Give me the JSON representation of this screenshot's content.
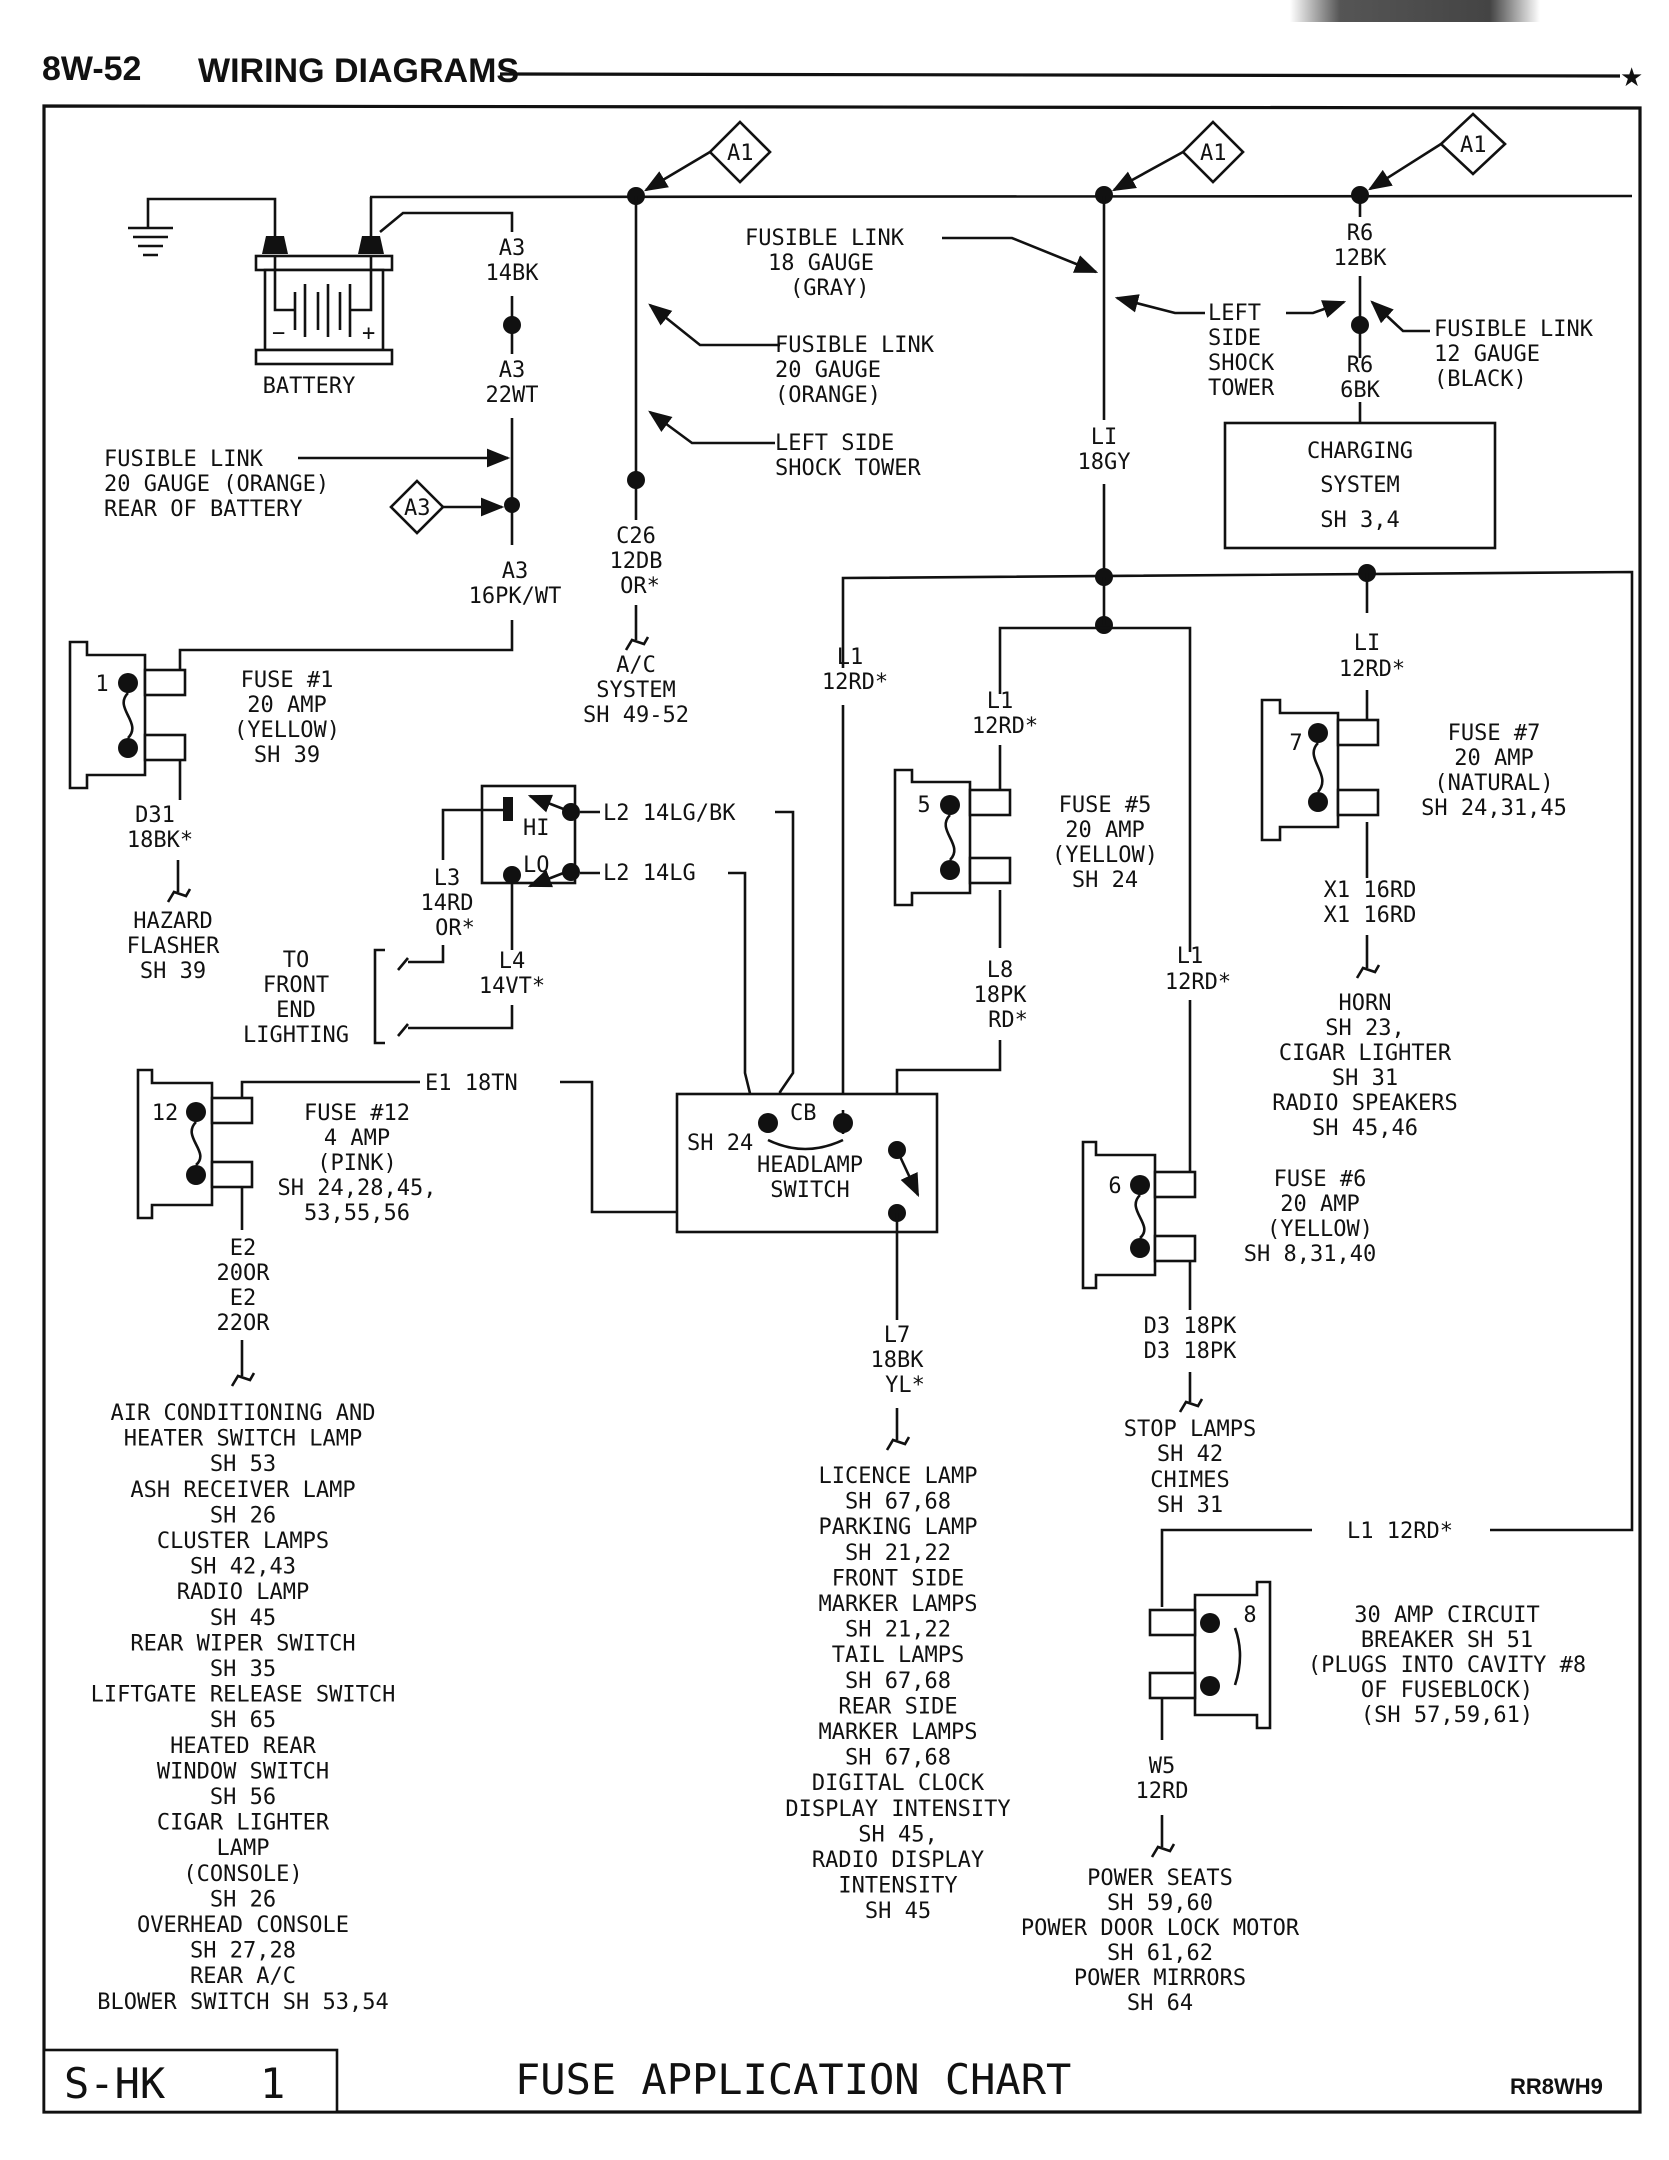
{
  "header": {
    "section": "8W-52",
    "title": "WIRING DIAGRAMS"
  },
  "footer": {
    "code": "S-HK",
    "page": "1",
    "title": "FUSE APPLICATION CHART",
    "ref": "RR8WH9"
  },
  "connectors": {
    "a1": "A1",
    "a3": "A3"
  },
  "battery": {
    "label": "BATTERY",
    "minus": "−",
    "plus": "+"
  },
  "a3_wires": {
    "w1": [
      "A3",
      "14BK"
    ],
    "w2": [
      "A3",
      "22WT"
    ],
    "w3": [
      "A3",
      "16PK/WT"
    ]
  },
  "fusible_link_rear": [
    "FUSIBLE LINK",
    "20 GAUGE (ORANGE)",
    "REAR OF BATTERY"
  ],
  "fusible_link_orange": [
    "FUSIBLE LINK",
    "20 GAUGE",
    "(ORANGE)"
  ],
  "left_shock_tower_1": [
    "LEFT SIDE",
    "SHOCK TOWER"
  ],
  "c26": [
    "C26",
    "12DB",
    "OR*"
  ],
  "ac_system": [
    "A/C",
    "SYSTEM",
    "SH 49-52"
  ],
  "fusible_link_gray": [
    "FUSIBLE LINK",
    "18 GAUGE",
    "(GRAY)"
  ],
  "left_shock_tower_2": [
    "LEFT",
    "SIDE",
    "SHOCK",
    "TOWER"
  ],
  "r6_top": [
    "R6",
    "12BK"
  ],
  "r6_bottom": [
    "R6",
    "6BK"
  ],
  "fusible_link_black": [
    "FUSIBLE LINK",
    "12 GAUGE",
    "(BLACK)"
  ],
  "charging_system": [
    "CHARGING",
    "SYSTEM",
    "SH 3,4"
  ],
  "l1_18gy": [
    "LI",
    "18GY"
  ],
  "fuses": [
    {
      "num": "1",
      "lines": [
        "FUSE #1",
        "20 AMP",
        "(YELLOW)",
        "SH 39"
      ]
    },
    {
      "num": "5",
      "lines": [
        "FUSE #5",
        "20 AMP",
        "(YELLOW)",
        "SH 24"
      ]
    },
    {
      "num": "7",
      "lines": [
        "FUSE #7",
        "20 AMP",
        "(NATURAL)",
        "SH 24,31,45"
      ]
    },
    {
      "num": "12",
      "lines": [
        "FUSE #12",
        "4 AMP",
        "(PINK)",
        "SH 24,28,45,",
        "53,55,56"
      ]
    },
    {
      "num": "6",
      "lines": [
        "FUSE #6",
        "20 AMP",
        "(YELLOW)",
        "SH 8,31,40"
      ]
    },
    {
      "num": "8",
      "lines": [
        "30 AMP CIRCUIT",
        "BREAKER SH 51",
        "(PLUGS INTO CAVITY #8",
        "OF FUSEBLOCK)",
        "(SH 57,59,61)"
      ]
    }
  ],
  "d31": [
    "D31",
    "18BK*"
  ],
  "hazard": [
    "HAZARD",
    "FLASHER",
    "SH 39"
  ],
  "dimmer": {
    "hi": "HI",
    "lo": "LO",
    "l2_top": "L2 14LG/BK",
    "l2_bottom": "L2 14LG",
    "l3": [
      "L3",
      "14RD",
      "OR*"
    ],
    "l4": [
      "L4",
      "14VT*"
    ],
    "front_end": [
      "TO",
      "FRONT",
      "END",
      "LIGHTING"
    ]
  },
  "l1_wires": {
    "left": [
      "L1",
      "12RD*"
    ],
    "mid": [
      "L1",
      "12RD*"
    ],
    "right": [
      "LI",
      "12RD*"
    ],
    "center": [
      "L1",
      "12RD*"
    ],
    "bottom": "L1 12RD*"
  },
  "l8": [
    "L8",
    "18PK",
    "RD*"
  ],
  "x1": [
    "X1 16RD",
    "X1 16RD"
  ],
  "horn_list": [
    "HORN",
    "SH 23,",
    "CIGAR LIGHTER",
    "SH 31",
    "RADIO SPEAKERS",
    "SH 45,46"
  ],
  "e1": "E1 18TN",
  "headlamp_switch": {
    "cb": "CB",
    "sh": "SH 24",
    "label": [
      "HEADLAMP",
      "SWITCH"
    ]
  },
  "e2": [
    "E2",
    "20OR",
    "E2",
    "22OR"
  ],
  "fuse12_list": [
    "AIR CONDITIONING AND",
    "HEATER SWITCH LAMP",
    "SH 53",
    "ASH RECEIVER LAMP",
    "SH 26",
    "CLUSTER LAMPS",
    "SH 42,43",
    "RADIO LAMP",
    "SH 45",
    "REAR WIPER SWITCH",
    "SH 35",
    "LIFTGATE RELEASE SWITCH",
    "SH 65",
    "HEATED REAR",
    "WINDOW SWITCH",
    "SH 56",
    "CIGAR LIGHTER",
    "LAMP",
    "(CONSOLE)",
    "SH 26",
    "OVERHEAD CONSOLE",
    "SH 27,28",
    "REAR A/C",
    "BLOWER SWITCH SH 53,54"
  ],
  "l7": [
    "L7",
    "18BK",
    "YL*"
  ],
  "l7_list": [
    "LICENCE LAMP",
    "SH 67,68",
    "PARKING LAMP",
    "SH 21,22",
    "FRONT SIDE",
    "MARKER LAMPS",
    "SH 21,22",
    "TAIL LAMPS",
    "SH 67,68",
    "REAR SIDE",
    "MARKER LAMPS",
    "SH 67,68",
    "DIGITAL CLOCK",
    "DISPLAY INTENSITY",
    "SH 45,",
    "RADIO DISPLAY",
    "INTENSITY",
    "SH 45"
  ],
  "d3": [
    "D3 18PK",
    "D3 18PK"
  ],
  "stop_list": [
    "STOP LAMPS",
    "SH 42",
    "CHIMES",
    "SH 31"
  ],
  "w5": [
    "W5",
    "12RD"
  ],
  "w5_list": [
    "POWER SEATS",
    "SH 59,60",
    "POWER DOOR LOCK MOTOR",
    "SH 61,62",
    "POWER MIRRORS",
    "SH 64"
  ]
}
